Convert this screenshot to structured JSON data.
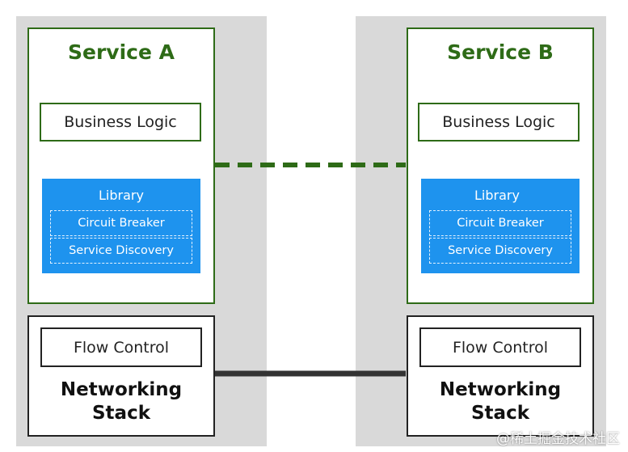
{
  "service_a": {
    "title": "Service A",
    "business_logic": "Business Logic",
    "library": {
      "title": "Library",
      "items": [
        "Circuit Breaker",
        "Service Discovery"
      ]
    },
    "flow_control": "Flow Control",
    "networking_stack": [
      "Networking",
      "Stack"
    ]
  },
  "service_b": {
    "title": "Service B",
    "business_logic": "Business Logic",
    "library": {
      "title": "Library",
      "items": [
        "Circuit Breaker",
        "Service Discovery"
      ]
    },
    "flow_control": "Flow Control",
    "networking_stack": [
      "Networking",
      "Stack"
    ]
  },
  "watermark": "@稀土掘金技术社区",
  "colors": {
    "green": "#2e6b17",
    "blue": "#1e93ee",
    "gray_column": "#d9d9d9",
    "dark": "#222222"
  }
}
